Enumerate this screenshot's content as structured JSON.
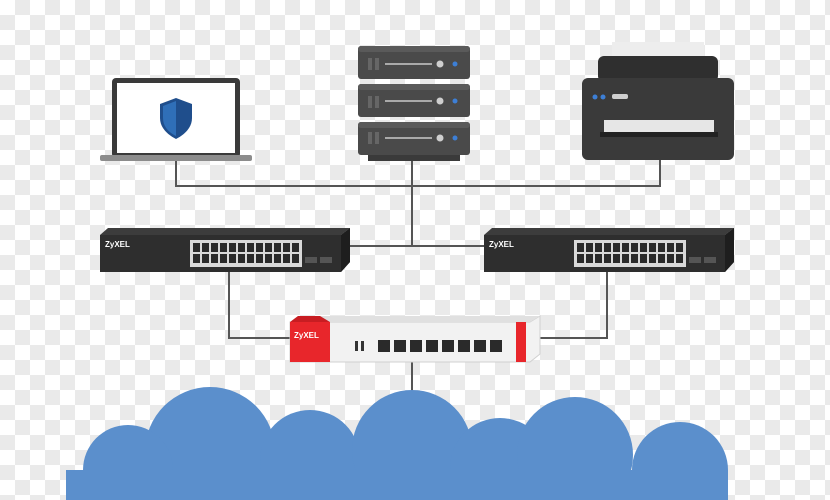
{
  "switch_left": {
    "brand": "ZyXEL"
  },
  "switch_right": {
    "brand": "ZyXEL"
  },
  "firewall": {
    "brand": "ZyXEL"
  },
  "colors": {
    "cable": "#555555",
    "switch_body": "#2e2e2e",
    "firewall_accent": "#e8262b",
    "cloud": "#5b8fcc",
    "shield": "#1f4e8c"
  }
}
